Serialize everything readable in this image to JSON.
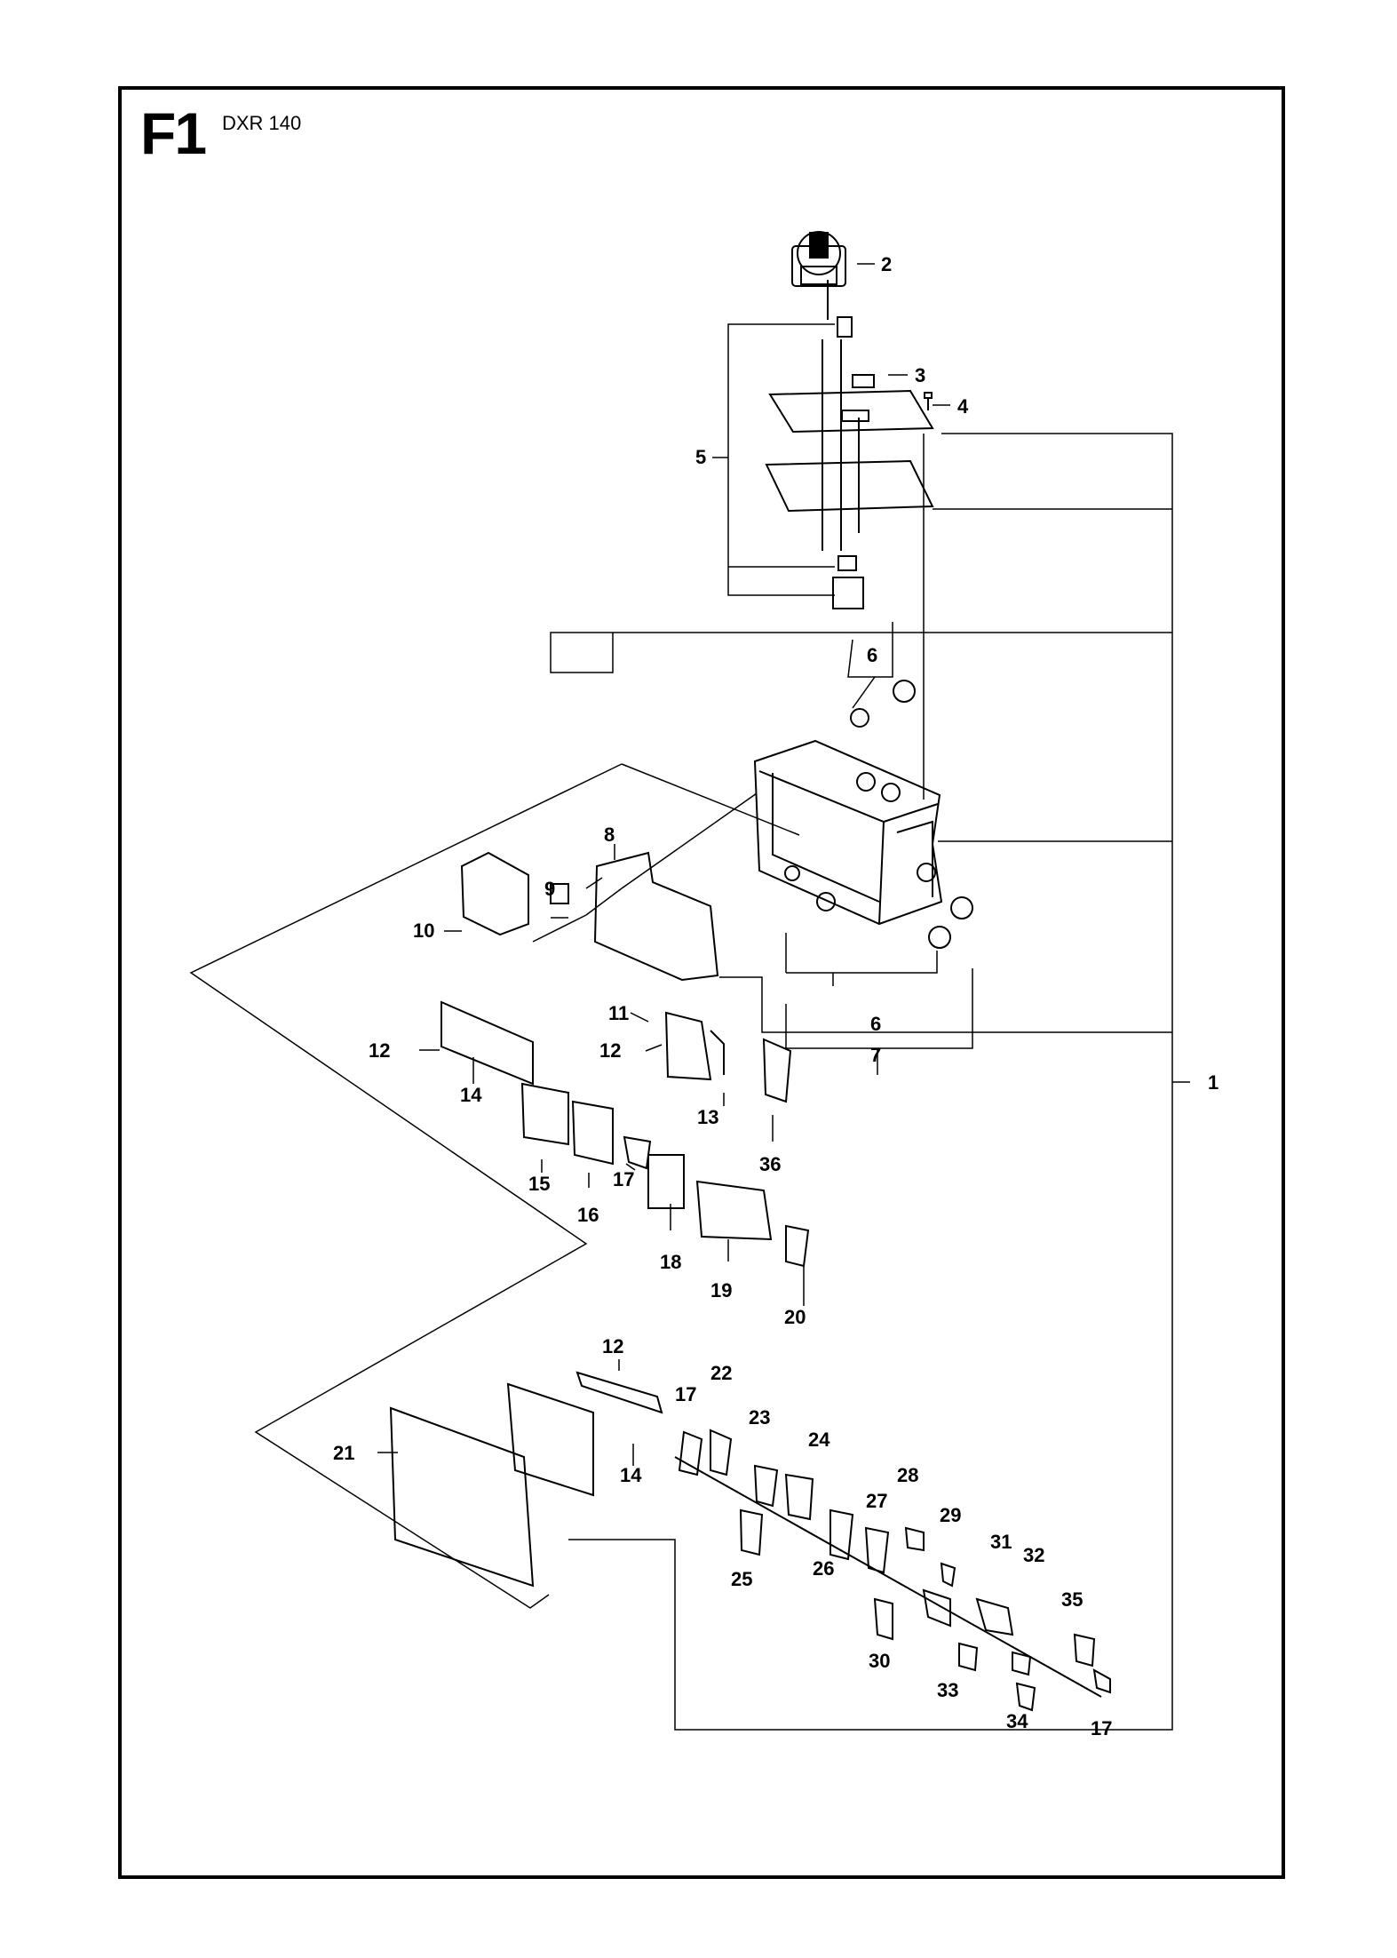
{
  "header": {
    "section_code": "F1",
    "model": "DXR 140"
  },
  "callouts": [
    "1",
    "2",
    "3",
    "4",
    "5",
    "6",
    "6",
    "7",
    "8",
    "9",
    "10",
    "11",
    "12",
    "12",
    "12",
    "13",
    "14",
    "14",
    "15",
    "16",
    "17",
    "17",
    "17",
    "18",
    "19",
    "20",
    "21",
    "22",
    "23",
    "24",
    "25",
    "26",
    "27",
    "28",
    "29",
    "30",
    "31",
    "32",
    "33",
    "34",
    "35",
    "36"
  ]
}
